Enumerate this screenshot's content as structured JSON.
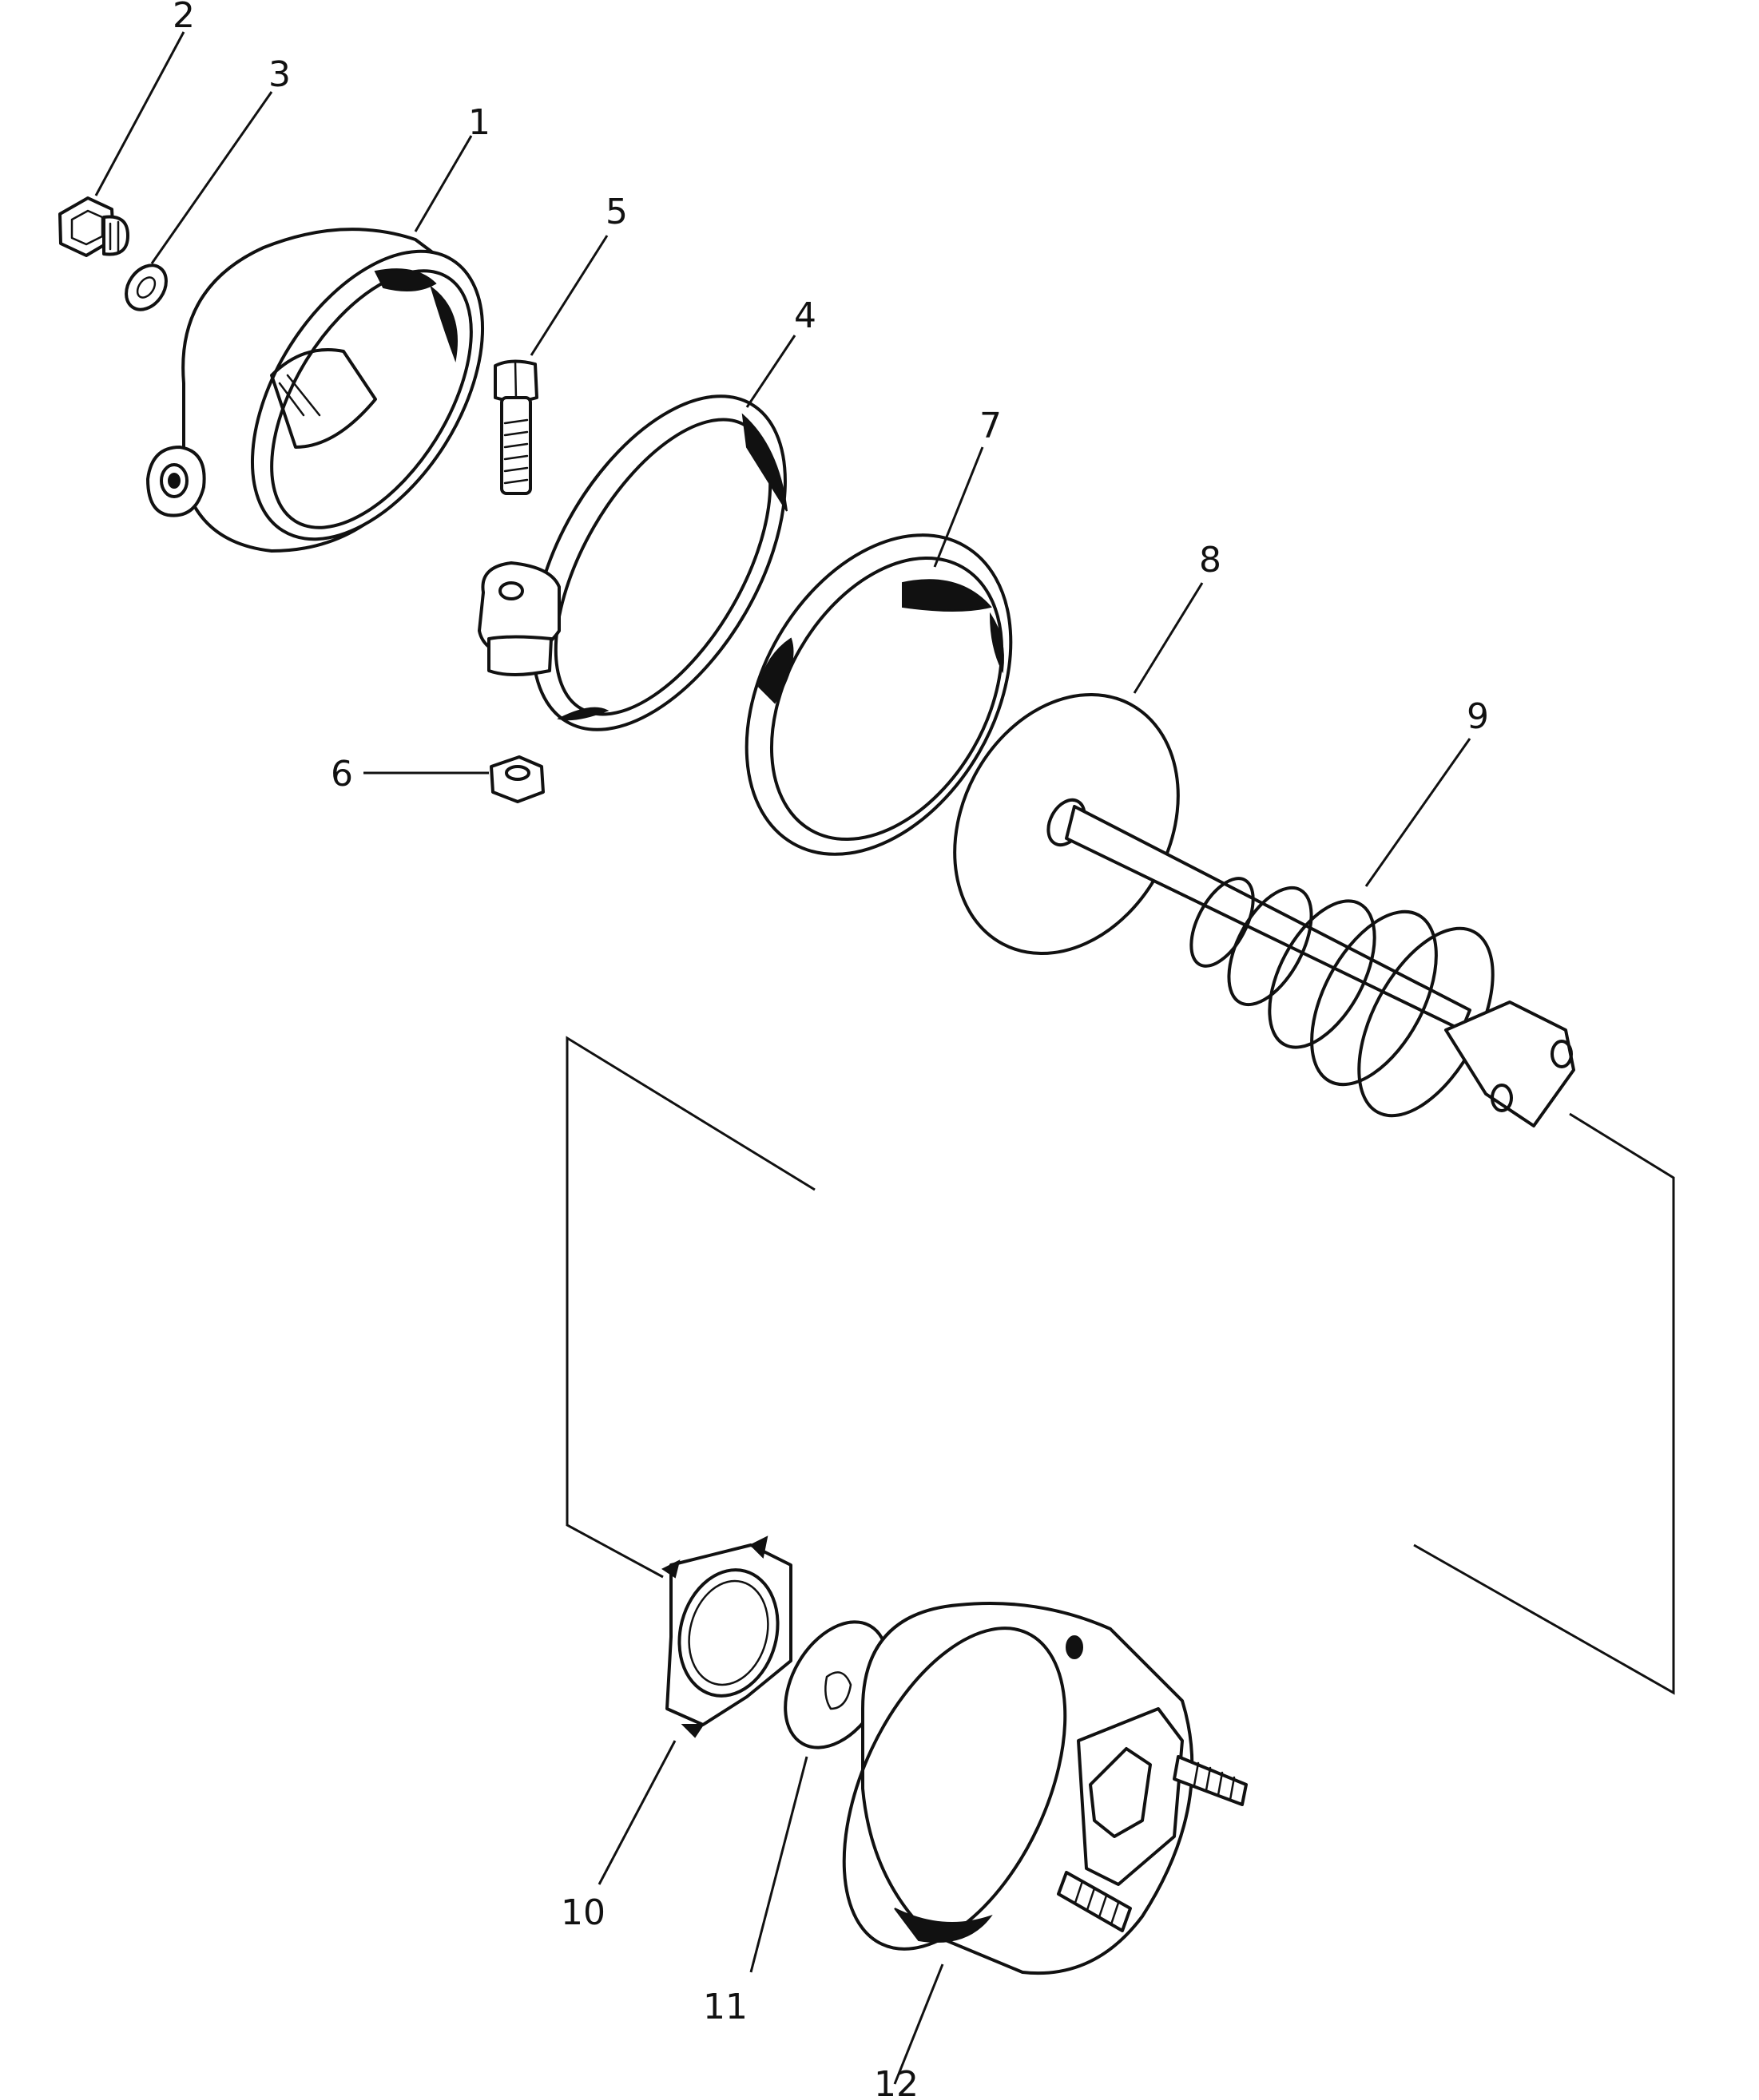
{
  "callouts": [
    {
      "id": "1",
      "label": "1"
    },
    {
      "id": "2",
      "label": "2"
    },
    {
      "id": "3",
      "label": "3"
    },
    {
      "id": "4",
      "label": "4"
    },
    {
      "id": "5",
      "label": "5"
    },
    {
      "id": "6",
      "label": "6"
    },
    {
      "id": "7",
      "label": "7"
    },
    {
      "id": "8",
      "label": "8"
    },
    {
      "id": "9",
      "label": "9"
    },
    {
      "id": "10",
      "label": "10"
    },
    {
      "id": "11",
      "label": "11"
    },
    {
      "id": "12",
      "label": "12"
    }
  ],
  "colors": {
    "ink": "#111111",
    "paper": "#ffffff"
  }
}
